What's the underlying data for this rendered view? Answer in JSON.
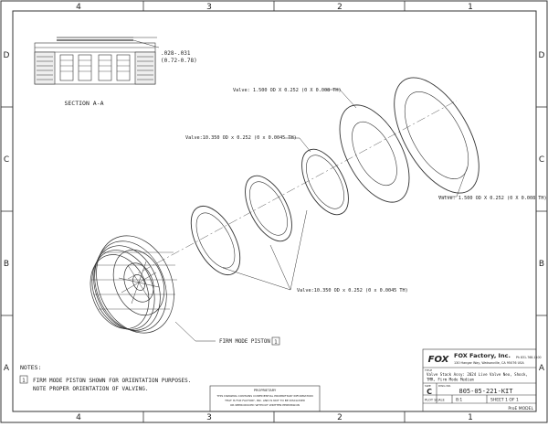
{
  "border": {
    "columns": [
      "4",
      "3",
      "2",
      "1"
    ],
    "rows": [
      "D",
      "C",
      "B",
      "A"
    ]
  },
  "section": {
    "label": "SECTION A-A",
    "dim_line1": ".028-.031",
    "dim_line2": "(0.72-0.78)"
  },
  "callouts": {
    "valve_large_top": "Valve: 1.500 OD X 0.252 (0 X 0.008 TH)",
    "valve_small_top": "Valve:10.350 OD x 0.252 (0 x 0.0045 TH)",
    "valve_large_right": "Valve: 1.500 OD X 0.252 (0 X 0.008 TH)",
    "valve_small_bottom": "Valve:10.350 OD x 0.252 (0 x 0.0045 TH)",
    "piston": "FIRM MODE PISTON",
    "piston_note_ref": "1"
  },
  "notes": {
    "heading": "NOTES:",
    "item_number": "1",
    "line1": "FIRM MODE PISTON SHOWN FOR ORIENTATION PURPOSES.",
    "line2": "NOTE PROPER ORIENTATION OF VALVING."
  },
  "proprietary": {
    "title": "PROPRIETARY",
    "line1": "THIS DRAWING CONTAINS CONFIDENTIAL PROPRIETARY INFORMATION",
    "line2": "THAT IS FOX FACTORY, INC. AND IS NOT TO BE DISCLOSED",
    "line3": "OR REPRODUCED WITHOUT WRITTEN PERMISSION"
  },
  "title_block": {
    "logo": "FOX",
    "company": "FOX Factory, Inc.",
    "address": "130 Hangar Way, Watsonville, CA 95076 USA",
    "phone": "Ph 831-768-1100",
    "title_label": "TITLE",
    "title_line1": "Valve Stack Assy: 2024 Live Valve Neo, Shock,",
    "title_line2": "TMR, Firm Mode Medium",
    "size_label": "SIZE",
    "size_value": "C",
    "dwg_label": "DWG NO.",
    "dwg_value": "805-05-221-KIT",
    "scale_label": "PLOT SCALE",
    "scale_value": "8:1",
    "sheet_value": "SHEET 1 OF 1",
    "model": "ProE MODEL"
  }
}
